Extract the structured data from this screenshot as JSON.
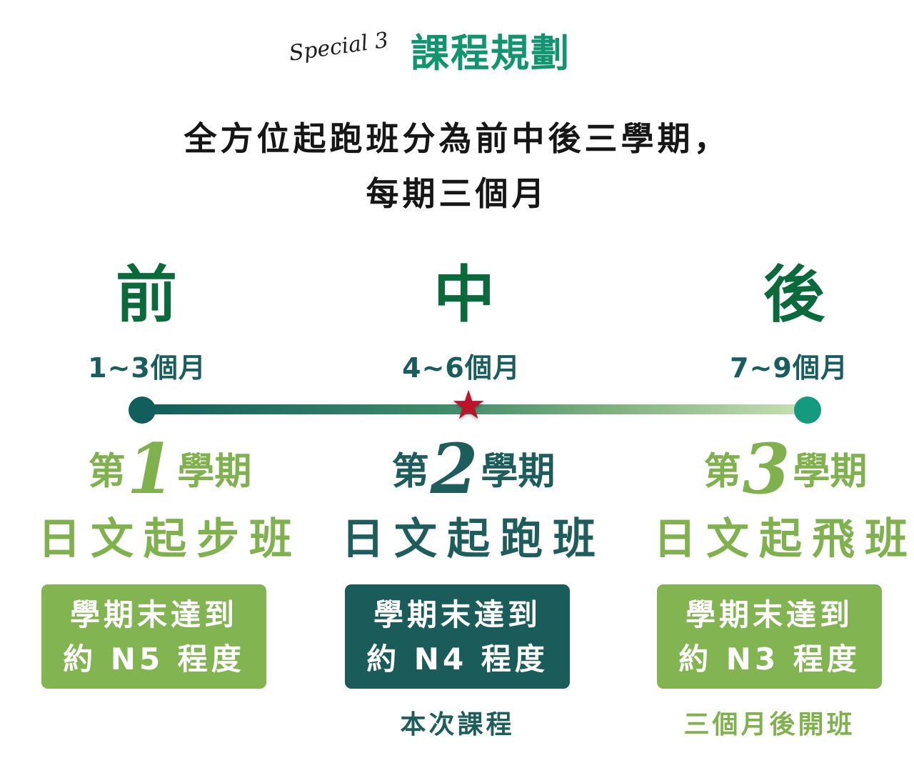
{
  "header": {
    "tag": "Special 3",
    "title": "課程規劃"
  },
  "headline": {
    "line1": "全方位起跑班分為前中後三學期，",
    "line2": "每期三個月"
  },
  "phases": [
    {
      "char": "前",
      "months": "1~3個月"
    },
    {
      "char": "中",
      "months": "4~6個月"
    },
    {
      "char": "後",
      "months": "7~9個月"
    }
  ],
  "timeline": {
    "current_marker": "star-icon",
    "current_index": 1
  },
  "courses": [
    {
      "semester_prefix": "第",
      "semester_num": "1",
      "semester_suffix": "學期",
      "class_name": "日文起步班",
      "goal_line1": "學期末達到",
      "goal_line2": "約 N5 程度",
      "note": ""
    },
    {
      "semester_prefix": "第",
      "semester_num": "2",
      "semester_suffix": "學期",
      "class_name": "日文起跑班",
      "goal_line1": "學期末達到",
      "goal_line2": "約 N4 程度",
      "note": "本次課程"
    },
    {
      "semester_prefix": "第",
      "semester_num": "3",
      "semester_suffix": "學期",
      "class_name": "日文起飛班",
      "goal_line1": "學期末達到",
      "goal_line2": "約 N3 程度",
      "note": "三個月後開班"
    }
  ],
  "colors": {
    "title_green": "#11956f",
    "dark_teal": "#1a5c5a",
    "light_green": "#82b452",
    "phase_green": "#0b6a3c",
    "star_red": "#c0112b"
  }
}
